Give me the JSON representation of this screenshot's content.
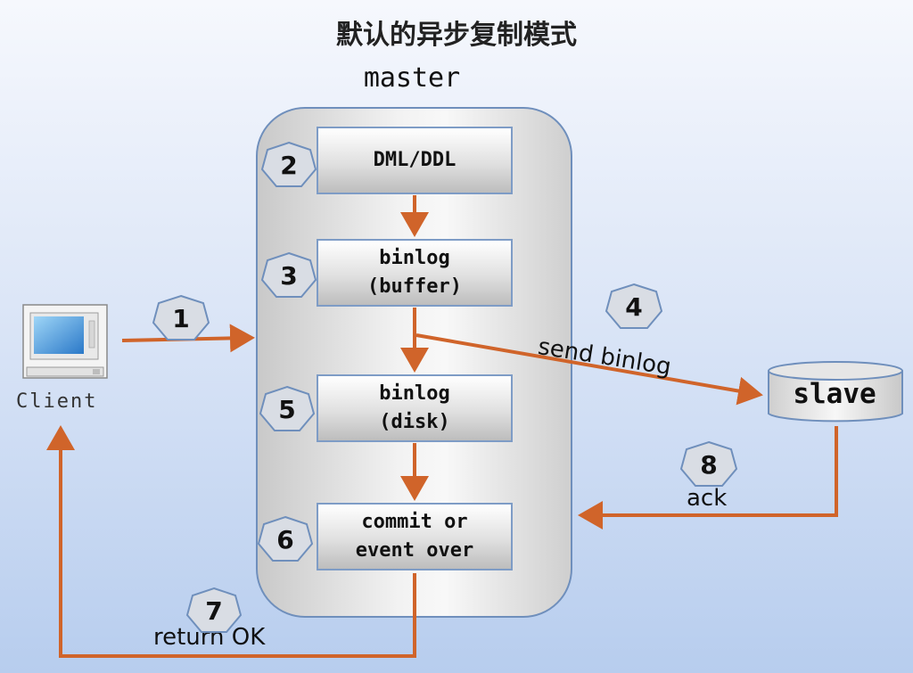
{
  "title": "默认的异步复制模式",
  "master_label": "master",
  "client_label": "Client",
  "slave_label": "slave",
  "steps": [
    {
      "label": "DML/DDL",
      "badge": "2"
    },
    {
      "label": "binlog\n(buffer)",
      "badge": "3"
    },
    {
      "label": "binlog\n(disk)",
      "badge": "5"
    },
    {
      "label": "commit or\nevent over",
      "badge": "6"
    }
  ],
  "badges": {
    "client_request": "1",
    "send_binlog": "4",
    "return_ok": "7",
    "ack": "8"
  },
  "captions": {
    "send_binlog": "send binlog",
    "ack": "ack",
    "return_ok": "return OK"
  },
  "colors": {
    "arrow": "#d0642a",
    "badge_fill": "#d9dde4",
    "badge_stroke": "#6f8fbc",
    "box_border": "#7e9cc6"
  }
}
